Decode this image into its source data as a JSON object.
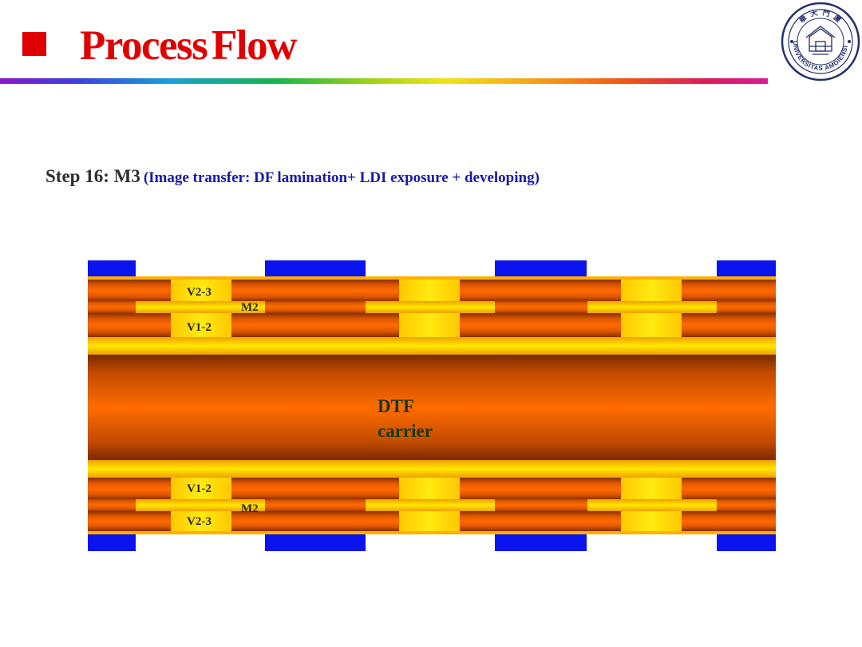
{
  "header": {
    "title": "Process Flow"
  },
  "step": {
    "label": "Step 16: M3",
    "detail": "(Image transfer: DF lamination+ LDI exposure + developing)"
  },
  "diagram": {
    "core_label_line1": "DTF",
    "core_label_line2": "carrier",
    "labels": {
      "top_v23": "V2-3",
      "top_m2": "M2",
      "top_v12": "V1-2",
      "bot_v12": "V1-2",
      "bot_m2": "M2",
      "bot_v23": "V2-3"
    }
  },
  "seal": {
    "top_text": "華 大 門 廈",
    "ring_text": "UNIVERSITAS AMOIENSIS"
  },
  "colors": {
    "title_red": "#e00000",
    "step_dark": "#2f2f2f",
    "step_blue": "#1a1aa8",
    "resist_blue": "#0a14ee",
    "copper_yellow": "#ffd200",
    "dielectric_orange": "#ff6a00",
    "dielectric_dark": "#8a3000"
  }
}
